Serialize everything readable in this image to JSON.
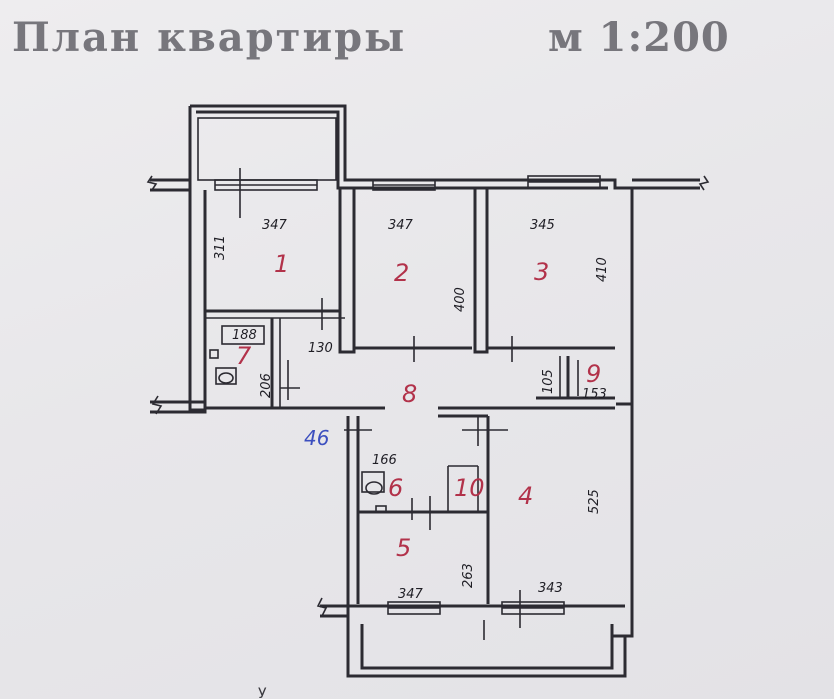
{
  "header": {
    "title": "План квартиры",
    "scale": "м 1:200"
  },
  "rooms": [
    "1",
    "2",
    "3",
    "4",
    "5",
    "6",
    "7",
    "8",
    "9",
    "10"
  ],
  "dimensions": {
    "r1_width": "347",
    "r1_height": "311",
    "r2_width": "347",
    "r2_height": "400",
    "r3_width": "345",
    "r3_height": "410",
    "r4_height": "525",
    "r4_width": "343",
    "r5_width": "347",
    "r5_height": "263",
    "r6_width": "166",
    "r7_width": "188",
    "r7_height": "206",
    "r8_value": "130",
    "r9_height": "105",
    "r9_width": "153"
  },
  "annotation": "46",
  "footer_fragment": "У",
  "colors": {
    "ink": "#2c2b32",
    "room_number": "#b2324a",
    "annotation": "#3c4fbf",
    "title": "#77767c"
  }
}
